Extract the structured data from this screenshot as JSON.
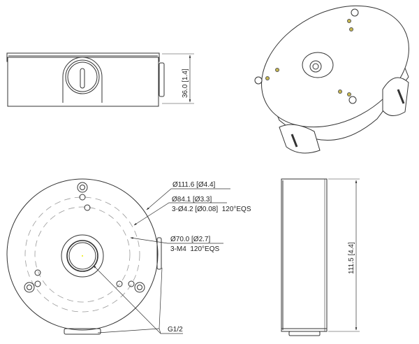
{
  "top_view": {
    "height_dim": "36.0 [1.4]"
  },
  "front_view": {
    "outer_dia": "Ø111.6 [Ø4.4]",
    "hole_circle_dia": "Ø84.1 [Ø3.3]",
    "hole_spec": "3-Ø4.2 [Ø0.08]  120°EQS",
    "thread_circle_dia": "Ø70.0 [Ø2.7]",
    "thread_spec": "3-M4  120°EQS",
    "conduit_thread": "G1/2"
  },
  "side_view": {
    "height_dim": "111.5 [4.4]"
  },
  "colors": {
    "line": "#333333",
    "hole_accent": "#c8b850",
    "dashed": "#999999"
  }
}
